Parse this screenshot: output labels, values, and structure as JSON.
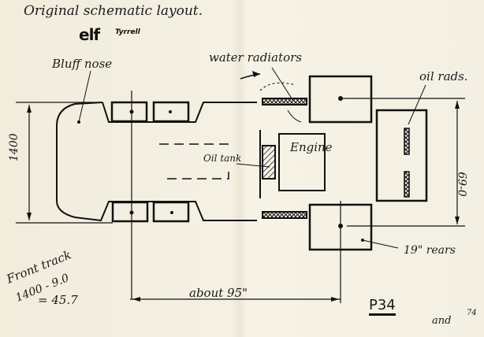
{
  "document": {
    "title": "Original schematic layout.",
    "logo": {
      "brand": "elf",
      "team": "Tyrrell"
    },
    "labels": {
      "bluff_nose": "Bluff nose",
      "water_radiators": "water radiators",
      "oil_rads": "oil rads.",
      "oil_tank": "Oil tank",
      "engine": "Engine",
      "front_width": "1400",
      "rear_width": "69-0",
      "rear_tyres": "19\" rears",
      "wheelbase": "about 95\"",
      "front_track_line1": "Front track",
      "front_track_line2": "1400 - 9.0",
      "front_track_line3": "= 45.7",
      "model": "P34",
      "signature": "and",
      "signature_date": "74"
    },
    "colors": {
      "paper": "#f3efe2",
      "ink": "#1a1a1a"
    }
  }
}
